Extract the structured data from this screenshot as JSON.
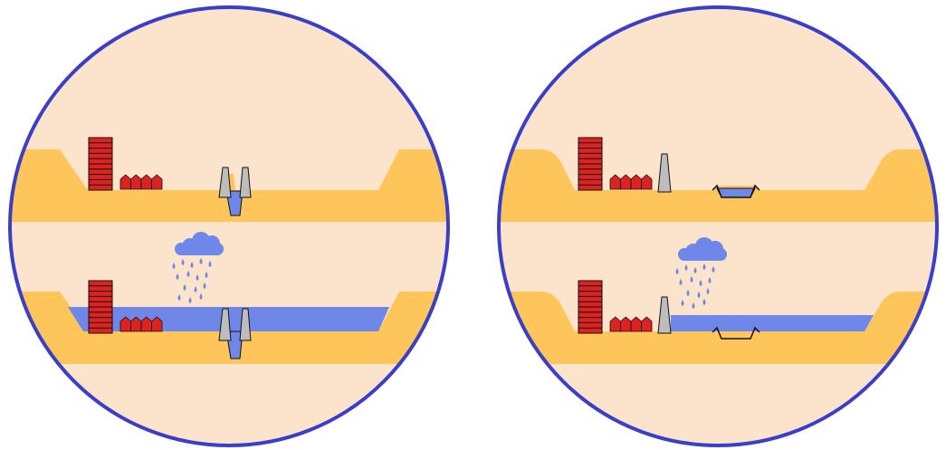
{
  "colors": {
    "background": "#ffffff",
    "disc_fill": "#fce3cb",
    "disc_border": "#3a3ec8",
    "ground": "#fec65a",
    "water": "#6e87e8",
    "building": "#dd2222",
    "building_stroke": "#111111",
    "wall": "#bdbdbd",
    "outline": "#111111"
  },
  "icons": {
    "tower": "tower-block-icon",
    "houses": "row-houses-icon",
    "rain": "rain-cloud-icon"
  },
  "panels": [
    {
      "id": "left",
      "scenes": [
        {
          "id": "left-dry",
          "state": "dry",
          "structure": "narrow-deep-channel-with-high-walls"
        },
        {
          "id": "left-flood",
          "state": "flooded",
          "structure": "narrow-deep-channel-with-high-walls"
        }
      ]
    },
    {
      "id": "right",
      "scenes": [
        {
          "id": "right-dry",
          "state": "dry",
          "structure": "wide-shallow-channel-with-single-wall"
        },
        {
          "id": "right-flood",
          "state": "flooded",
          "structure": "wide-shallow-channel-with-single-wall"
        }
      ]
    }
  ]
}
